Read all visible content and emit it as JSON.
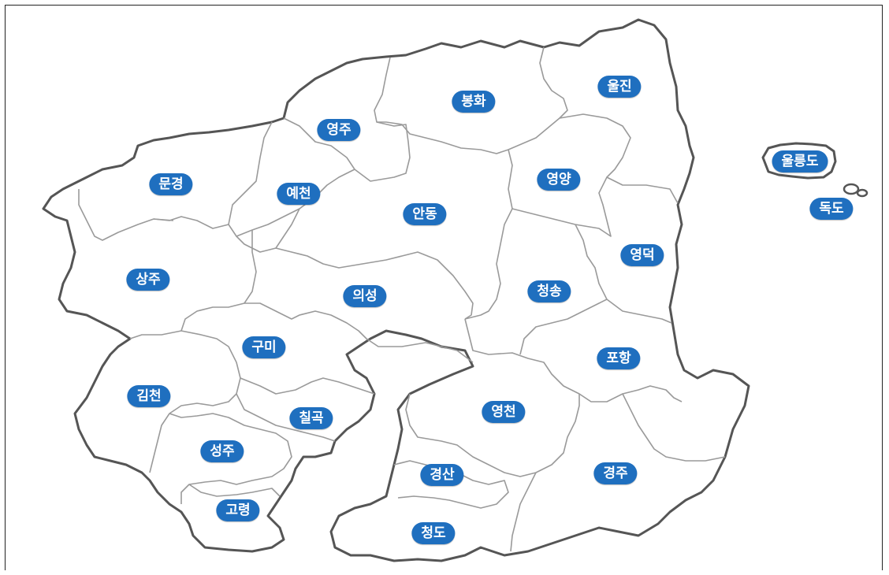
{
  "map": {
    "colors": {
      "label_bg": "#1f6fbf",
      "label_text": "#ffffff",
      "outline": "#555555",
      "internal_border": "#9a9a9a",
      "fill": "#ffffff"
    },
    "regions": [
      {
        "id": "uljin",
        "label": "울진"
      },
      {
        "id": "bonghwa",
        "label": "봉화"
      },
      {
        "id": "yeongju",
        "label": "영주"
      },
      {
        "id": "mungyeong",
        "label": "문경"
      },
      {
        "id": "yecheon",
        "label": "예천"
      },
      {
        "id": "andong",
        "label": "안동"
      },
      {
        "id": "yeongyang",
        "label": "영양"
      },
      {
        "id": "yeongdeok",
        "label": "영덕"
      },
      {
        "id": "sangju",
        "label": "상주"
      },
      {
        "id": "uiseong",
        "label": "의성"
      },
      {
        "id": "cheongsong",
        "label": "청송"
      },
      {
        "id": "gumi",
        "label": "구미"
      },
      {
        "id": "pohang",
        "label": "포항"
      },
      {
        "id": "gimcheon",
        "label": "김천"
      },
      {
        "id": "chilgok",
        "label": "칠곡"
      },
      {
        "id": "yeongcheon",
        "label": "영천"
      },
      {
        "id": "seongju",
        "label": "성주"
      },
      {
        "id": "gyeongsan",
        "label": "경산"
      },
      {
        "id": "gyeongju",
        "label": "경주"
      },
      {
        "id": "goryeong",
        "label": "고령"
      },
      {
        "id": "cheongdo",
        "label": "청도"
      },
      {
        "id": "ulleungdo",
        "label": "울릉도"
      },
      {
        "id": "dokdo",
        "label": "독도"
      }
    ]
  }
}
